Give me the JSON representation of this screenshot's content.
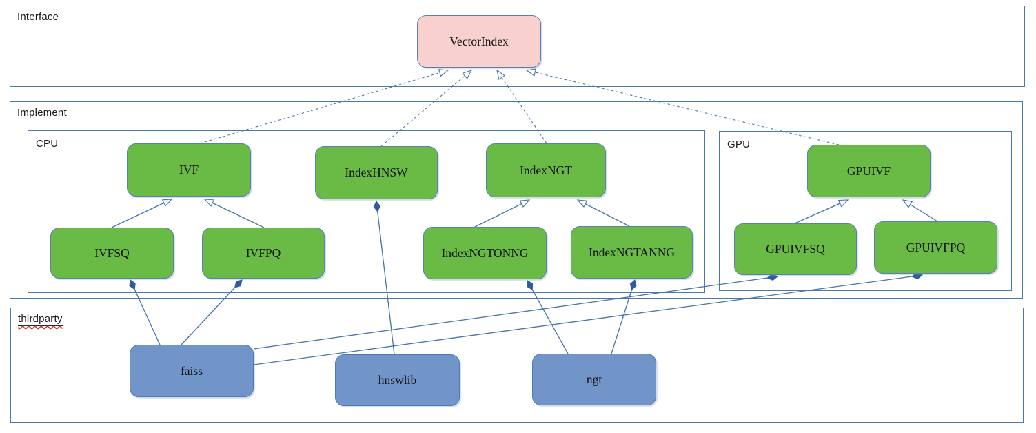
{
  "containers": {
    "interface": {
      "label": "Interface"
    },
    "implement": {
      "label": "Implement"
    },
    "cpu": {
      "label": "CPU"
    },
    "gpu": {
      "label": "GPU"
    },
    "thirdparty": {
      "label": "thirdparty"
    }
  },
  "nodes": {
    "vectorindex": {
      "label": "VectorIndex",
      "group": "interface"
    },
    "ivf": {
      "label": "IVF",
      "group": "cpu"
    },
    "indexhnsw": {
      "label": "IndexHNSW",
      "group": "cpu"
    },
    "indexngt": {
      "label": "IndexNGT",
      "group": "cpu"
    },
    "ivfsq": {
      "label": "IVFSQ",
      "group": "cpu"
    },
    "ivfpq": {
      "label": "IVFPQ",
      "group": "cpu"
    },
    "indexngtonng": {
      "label": "IndexNGTONNG",
      "group": "cpu"
    },
    "indexngtanng": {
      "label": "IndexNGTANNG",
      "group": "cpu"
    },
    "gpuivf": {
      "label": "GPUIVF",
      "group": "gpu"
    },
    "gpuivfsq": {
      "label": "GPUIVFSQ",
      "group": "gpu"
    },
    "gpuivfpq": {
      "label": "GPUIVFPQ",
      "group": "gpu"
    },
    "faiss": {
      "label": "faiss",
      "group": "thirdparty"
    },
    "hnswlib": {
      "label": "hnswlib",
      "group": "thirdparty"
    },
    "ngt": {
      "label": "ngt",
      "group": "thirdparty"
    }
  },
  "edges": {
    "implements_dashed_hollow_arrow": [
      {
        "from": "IVF",
        "to": "VectorIndex"
      },
      {
        "from": "IndexHNSW",
        "to": "VectorIndex"
      },
      {
        "from": "IndexNGT",
        "to": "VectorIndex"
      },
      {
        "from": "GPUIVF",
        "to": "VectorIndex"
      }
    ],
    "inherits_solid_hollow_arrow": [
      {
        "from": "IVFSQ",
        "to": "IVF"
      },
      {
        "from": "IVFPQ",
        "to": "IVF"
      },
      {
        "from": "IndexNGTONNG",
        "to": "IndexNGT"
      },
      {
        "from": "IndexNGTANNG",
        "to": "IndexNGT"
      },
      {
        "from": "GPUIVFSQ",
        "to": "GPUIVF"
      },
      {
        "from": "GPUIVFPQ",
        "to": "GPUIVF"
      }
    ],
    "composition_diamond": [
      {
        "from": "faiss",
        "to": "IVFSQ"
      },
      {
        "from": "faiss",
        "to": "IVFPQ"
      },
      {
        "from": "faiss",
        "to": "GPUIVFSQ"
      },
      {
        "from": "faiss",
        "to": "GPUIVFPQ"
      },
      {
        "from": "hnswlib",
        "to": "IndexHNSW"
      },
      {
        "from": "ngt",
        "to": "IndexNGTONNG"
      },
      {
        "from": "ngt",
        "to": "IndexNGTANNG"
      }
    ]
  },
  "colors": {
    "node_green": "#6abb45",
    "node_blue": "#7195c8",
    "node_pink": "#f8d0cd",
    "node_border": "#5b7fb5",
    "container_border": "#4a78b0",
    "edge_line": "#4673ae",
    "diamond_fill": "#2f5c9e",
    "label_text": "#1a1a1a",
    "spellcheck_red": "#cf2e24"
  }
}
